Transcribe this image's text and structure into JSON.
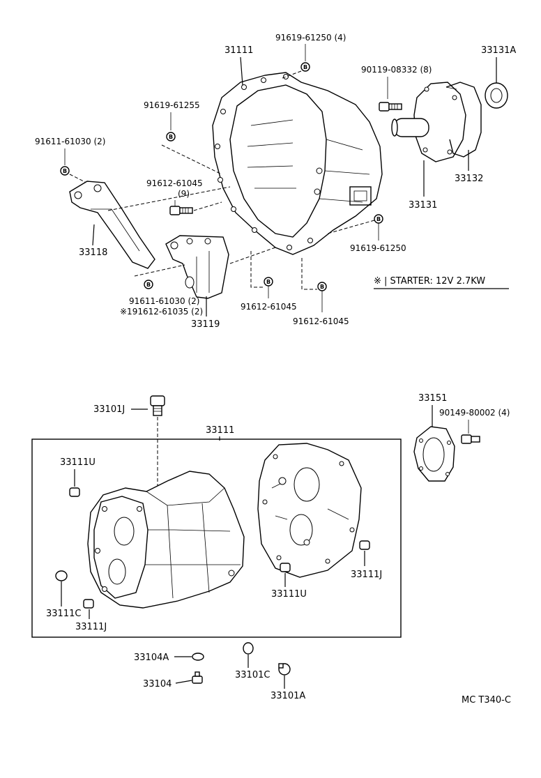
{
  "labels": {
    "p31111_top": "31111",
    "p91619_61250_4": "91619-61250 (4)",
    "p90119_08332_8": "90119-08332 (8)",
    "p33131A": "33131A",
    "p91619_61255": "91619-61255",
    "p91611_61030_2": "91611-61030 (2)",
    "p91612_61045": "91612-61045",
    "p91612_61045_qty": "(9)",
    "p33132": "33132",
    "p33131": "33131",
    "p33118": "33118",
    "p91619_61250": "91619-61250",
    "p91611_61030_2b": "91611-61030 (2)",
    "p91612_61035_2": "※191612-61035 (2)",
    "p91612_61045_b": "91612-61045",
    "p33119": "33119",
    "p91612_61045_c": "91612-61045",
    "p33101J": "33101J",
    "p33111": "33111",
    "p33151": "33151",
    "p90149_80002_4": "90149-80002 (4)",
    "p33111U_a": "33111U",
    "p33111J_a": "33111J",
    "p33111U_b": "33111U",
    "p33111C": "33111C",
    "p33111J_b": "33111J",
    "p33104A": "33104A",
    "p33101C": "33101C",
    "p33104": "33104",
    "p33101A": "33101A"
  },
  "starter_note": {
    "text": "※ | STARTER: 12V  2.7KW"
  },
  "bolt_marker": "B",
  "footer": {
    "code": "MC  T340-C"
  }
}
